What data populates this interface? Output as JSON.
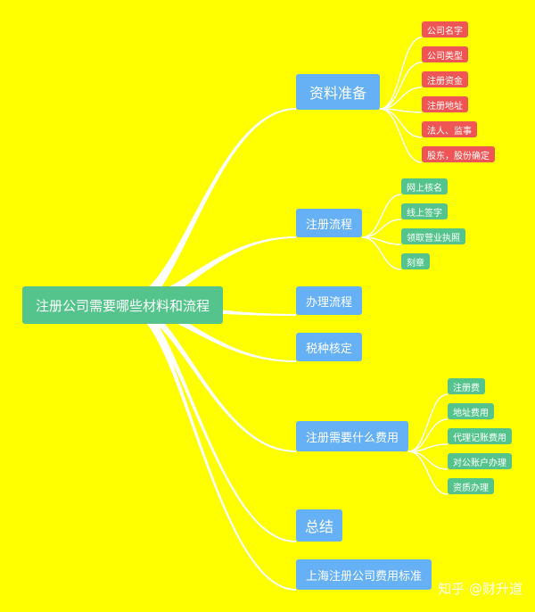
{
  "root": {
    "label": "注册公司需要哪些材料和流程"
  },
  "branches": [
    {
      "label": "资料准备",
      "children": [
        "公司名字",
        "公司类型",
        "注册资金",
        "注册地址",
        "法人、监事",
        "股东，股份确定"
      ]
    },
    {
      "label": "注册流程",
      "children": [
        "网上核名",
        "线上签字",
        "领取营业执照",
        "刻章"
      ]
    },
    {
      "label": "办理流程",
      "children": []
    },
    {
      "label": "税种核定",
      "children": []
    },
    {
      "label": "注册需要什么费用",
      "children": [
        "注册费",
        "地址费用",
        "代理记账费用",
        "对公账户办理",
        "资质办理"
      ]
    },
    {
      "label": "总结",
      "children": []
    },
    {
      "label": "上海注册公司费用标准",
      "children": []
    }
  ],
  "colors": {
    "background": "#ffff00",
    "root": "#55c48c",
    "branch": "#66b0f5",
    "leaf_red": "#f05555",
    "leaf_green": "#55c48c",
    "connector": "#ffffff"
  },
  "watermark": "知乎 @财升道"
}
